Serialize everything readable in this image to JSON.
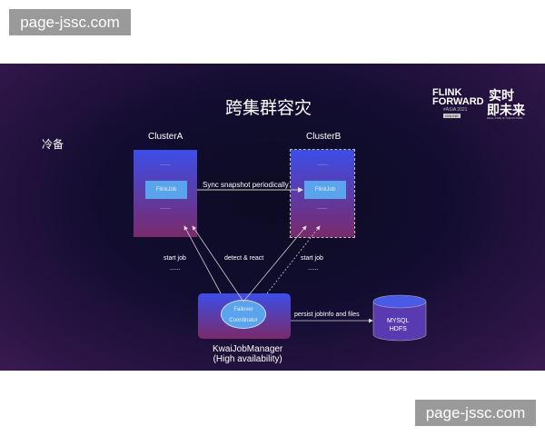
{
  "watermarks": [
    "page-jssc.com",
    "page-jssc.com"
  ],
  "slide": {
    "title": "跨集群容灾",
    "subtitle": "冷备",
    "logo": {
      "line1": "FLINK",
      "line2": "FORWARD",
      "line3": "#ASIA 2021",
      "badge": "ONLINE",
      "cn1": "实时",
      "cn2": "即未来",
      "tagline": "REAL-TIME IS THE FUTURE"
    },
    "clusterA": {
      "label": "ClusterA",
      "job": "FlinkJob",
      "dots": "......"
    },
    "clusterB": {
      "label": "ClusterB",
      "job": "FlinkJob",
      "dots": "......"
    },
    "sync_label": "Sync snapshot periodically",
    "start_job_left": "start job",
    "start_job_right": "start job",
    "dots": "......",
    "detect_label": "detect & react",
    "manager": {
      "coordinator_line1": "Failover",
      "coordinator_line2": "Coordinator",
      "label_line1": "KwaiJobManager",
      "label_line2": "(High availability)"
    },
    "persist_label": "persist jobInfo and files",
    "storage": {
      "line1": "MYSQL",
      "line2": "HDFS"
    }
  }
}
